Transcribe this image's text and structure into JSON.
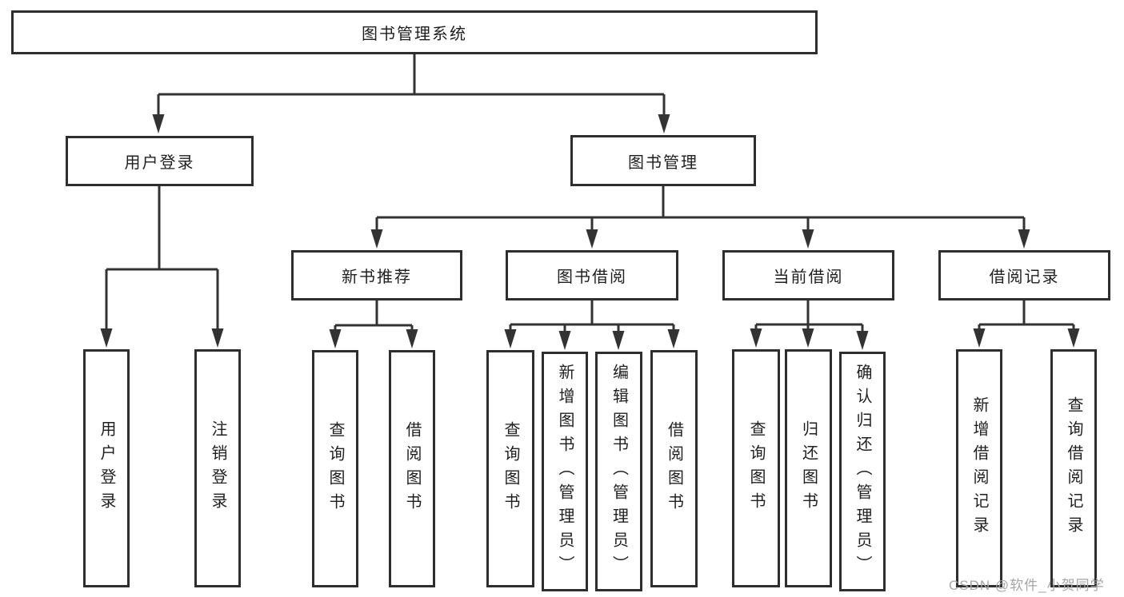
{
  "diagram": {
    "type": "hierarchy-tree",
    "root": {
      "label": "图书管理系统"
    },
    "groups": [
      {
        "label": "用户登录",
        "children": [
          {
            "label": "用户登录"
          },
          {
            "label": "注销登录"
          }
        ]
      },
      {
        "label": "图书管理",
        "sections": [
          {
            "label": "新书推荐",
            "children": [
              {
                "label": "查询图书"
              },
              {
                "label": "借阅图书"
              }
            ]
          },
          {
            "label": "图书借阅",
            "children": [
              {
                "label": "查询图书"
              },
              {
                "label": "新增图书（管理员）"
              },
              {
                "label": "编辑图书（管理员）"
              },
              {
                "label": "借阅图书"
              }
            ]
          },
          {
            "label": "当前借阅",
            "children": [
              {
                "label": "查询图书"
              },
              {
                "label": "归还图书"
              },
              {
                "label": "确认归还（管理员）"
              }
            ]
          },
          {
            "label": "借阅记录",
            "children": [
              {
                "label": "新增借阅记录"
              },
              {
                "label": "查询借阅记录"
              }
            ]
          }
        ]
      }
    ]
  },
  "watermark": {
    "text": "CSDN @软件_小贺同学"
  },
  "colors": {
    "line": "#333333",
    "box_border": "#2e2e2e",
    "box_fill": "#ffffff",
    "text": "#1f1f1f",
    "watermark": "#a6a6a6"
  }
}
